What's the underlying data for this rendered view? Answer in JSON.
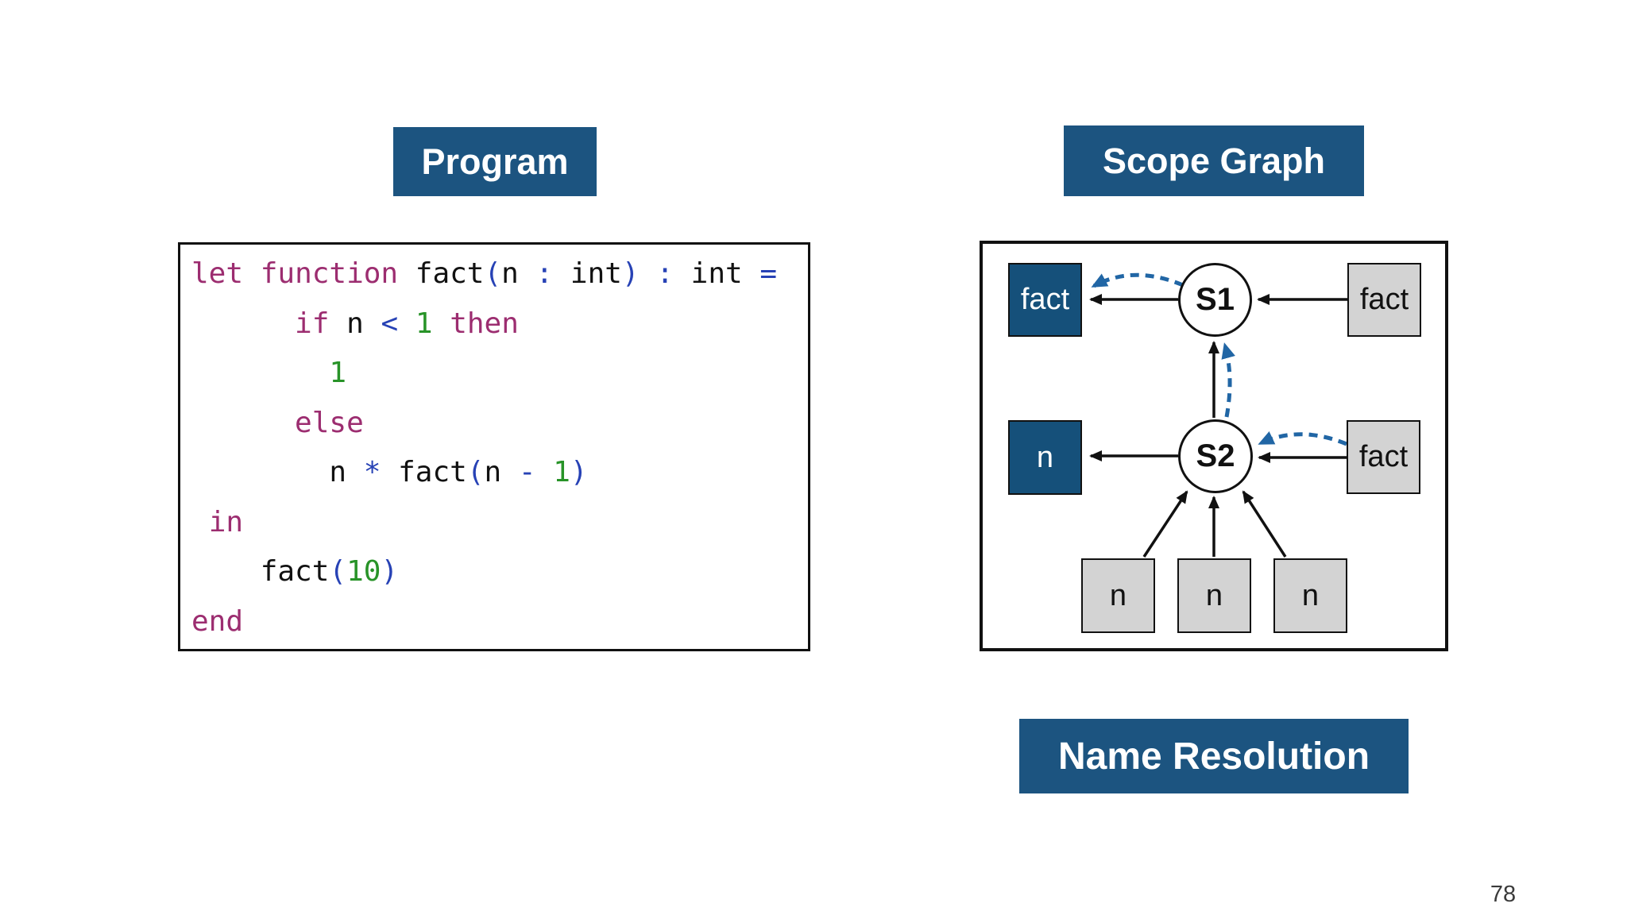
{
  "page": {
    "number": "78",
    "background": "#FFFFFF"
  },
  "colors": {
    "header_blue": "#1C5480",
    "declaration_fill": "#15507A",
    "reference_fill": "#D3D3D3",
    "resolution_edge": "#2166A5",
    "solid_edge": "#111111",
    "code_keyword": "#9C2D70",
    "code_plain": "#111111",
    "code_punct": "#2742B5",
    "code_number": "#289328"
  },
  "program": {
    "title": "Program",
    "code_text": "let function fact(n : int) : int =\n      if n < 1 then\n        1\n      else\n        n * fact(n - 1)\n in\n    fact(10)\nend",
    "lines": [
      [
        [
          "kw",
          "let"
        ],
        [
          "pl",
          " "
        ],
        [
          "kw",
          "function"
        ],
        [
          "pl",
          " fact"
        ],
        [
          "pu",
          "("
        ],
        [
          "pl",
          "n "
        ],
        [
          "pu",
          ":"
        ],
        [
          "pl",
          " int"
        ],
        [
          "pu",
          ")"
        ],
        [
          "pl",
          " "
        ],
        [
          "pu",
          ":"
        ],
        [
          "pl",
          " int "
        ],
        [
          "pu",
          "="
        ]
      ],
      [
        [
          "pl",
          "      "
        ],
        [
          "kw",
          "if"
        ],
        [
          "pl",
          " n "
        ],
        [
          "pu",
          "<"
        ],
        [
          "pl",
          " "
        ],
        [
          "nu",
          "1"
        ],
        [
          "pl",
          " "
        ],
        [
          "kw",
          "then"
        ]
      ],
      [
        [
          "pl",
          "        "
        ],
        [
          "nu",
          "1"
        ]
      ],
      [
        [
          "pl",
          "      "
        ],
        [
          "kw",
          "else"
        ]
      ],
      [
        [
          "pl",
          "        n "
        ],
        [
          "pu",
          "*"
        ],
        [
          "pl",
          " fact"
        ],
        [
          "pu",
          "("
        ],
        [
          "pl",
          "n "
        ],
        [
          "pu",
          "-"
        ],
        [
          "pl",
          " "
        ],
        [
          "nu",
          "1"
        ],
        [
          "pu",
          ")"
        ]
      ],
      [
        [
          "pl",
          " "
        ],
        [
          "kw",
          "in"
        ]
      ],
      [
        [
          "pl",
          "    fact"
        ],
        [
          "pu",
          "("
        ],
        [
          "nu",
          "10"
        ],
        [
          "pu",
          ")"
        ]
      ],
      [
        [
          "kw",
          "end"
        ]
      ]
    ]
  },
  "scope_graph": {
    "title": "Scope Graph",
    "caption": "Name Resolution",
    "nodes": {
      "decl_fact": "fact",
      "scope_s1": "S1",
      "ref_fact_outer": "fact",
      "decl_n": "n",
      "scope_s2": "S2",
      "ref_fact_inner": "fact",
      "ref_n_1": "n",
      "ref_n_2": "n",
      "ref_n_3": "n"
    },
    "edges": [
      {
        "from": "scope_s1",
        "to": "decl_fact",
        "style": "solid"
      },
      {
        "from": "ref_fact_outer",
        "to": "scope_s1",
        "style": "solid"
      },
      {
        "from": "scope_s2",
        "to": "scope_s1",
        "style": "solid"
      },
      {
        "from": "scope_s2",
        "to": "decl_n",
        "style": "solid"
      },
      {
        "from": "ref_fact_inner",
        "to": "scope_s2",
        "style": "solid"
      },
      {
        "from": "ref_n_1",
        "to": "scope_s2",
        "style": "solid"
      },
      {
        "from": "ref_n_2",
        "to": "scope_s2",
        "style": "solid"
      },
      {
        "from": "ref_n_3",
        "to": "scope_s2",
        "style": "solid"
      },
      {
        "from": "scope_s1",
        "to": "decl_fact",
        "style": "dashed-resolution"
      },
      {
        "from": "scope_s2",
        "to": "scope_s1",
        "style": "dashed-resolution"
      },
      {
        "from": "ref_fact_inner",
        "to": "scope_s2",
        "style": "dashed-resolution"
      }
    ]
  }
}
